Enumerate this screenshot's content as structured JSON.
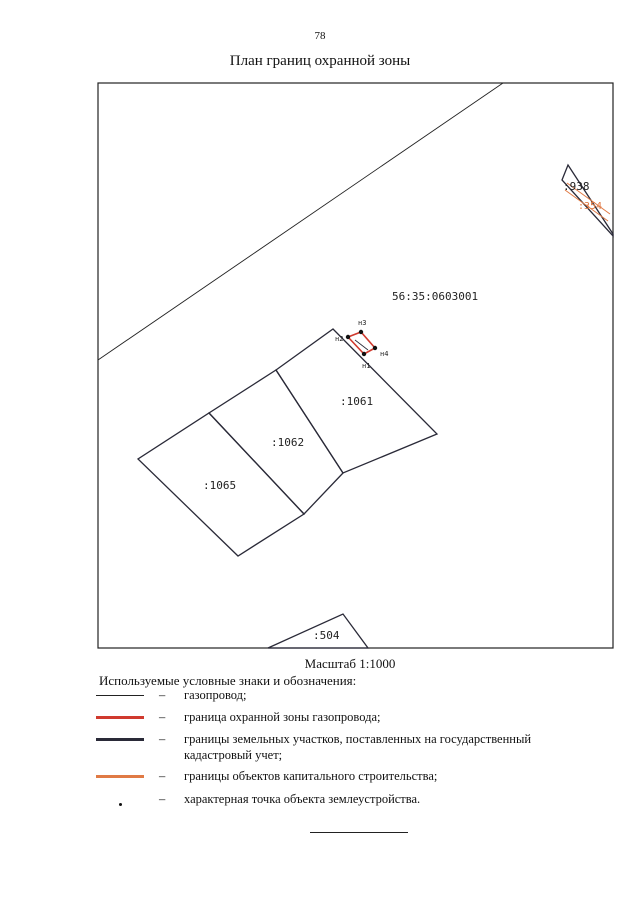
{
  "page_number": "78",
  "title": "План границ охранной зоны",
  "map": {
    "quarter_number": "56:35:0603001",
    "parcels": [
      {
        "label": ":1061"
      },
      {
        "label": ":1062"
      },
      {
        "label": ":1065"
      },
      {
        "label": ":504"
      },
      {
        "label": ":938"
      },
      {
        "label": ":354"
      }
    ],
    "points": [
      "н1",
      "н2",
      "н3",
      "н4"
    ]
  },
  "scale_label": "Масштаб 1:1000",
  "legend": {
    "title": "Используемые условные знаки и обозначения:",
    "dash": "–",
    "items": [
      {
        "text": "газопровод;",
        "color": "#222222",
        "style": "thin-line"
      },
      {
        "text": "граница охранной зоны газопровода;",
        "color": "#d03a2e",
        "style": "thick-line"
      },
      {
        "text": "границы земельных участков, поставленных на государственный кадастровый учет;",
        "color": "#2a2a38",
        "style": "thick-line"
      },
      {
        "text": "границы объектов капитального строительства;",
        "color": "#e07a45",
        "style": "thick-line"
      },
      {
        "text": "характерная точка объекта землеустройства.",
        "color": "#111111",
        "style": "dot"
      }
    ]
  },
  "colors": {
    "frame": "#222222",
    "parcel_border": "#2a2a38",
    "protection_zone": "#d03a2e",
    "capital_objects": "#e07a45"
  }
}
